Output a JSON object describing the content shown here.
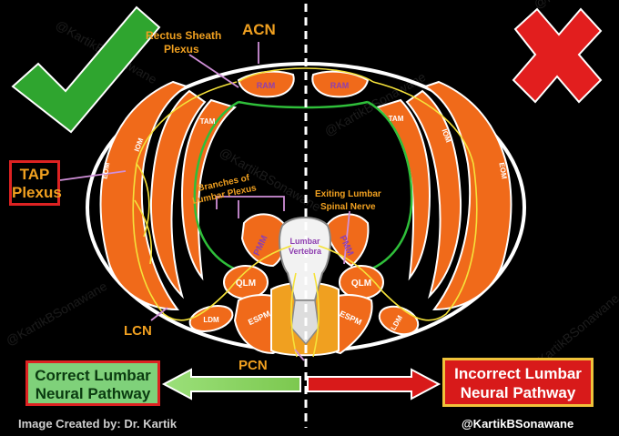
{
  "labels": {
    "acn": "ACN",
    "rectus_sheath_plexus": [
      "Rectus Sheath",
      "Plexus"
    ],
    "tap_plexus": [
      "TAP",
      "Plexus"
    ],
    "branches_lumbar_plexus": [
      "Branches of",
      "Lumbar Plexus"
    ],
    "exiting_lumbar_spinal_nerve": [
      "Exiting Lumbar",
      "Spinal Nerve"
    ],
    "lumbar_vertebra": [
      "Lumbar",
      "Vertebra"
    ],
    "lcn": "LCN",
    "pcn": "PCN"
  },
  "muscles": {
    "ram": "RAM",
    "tam": "TAM",
    "iom": "IOM",
    "eom": "EOM",
    "pmm": "PMM",
    "qlm": "QLM",
    "espm": "ESPM",
    "ldm": "LDM"
  },
  "correct_box": [
    "Correct Lumbar",
    "Neural Pathway"
  ],
  "incorrect_box": [
    "Incorrect Lumbar",
    "Neural Pathway"
  ],
  "credit": "Image Created by: Dr. Kartik",
  "handle": "@KartikBSonawane",
  "watermark": "@KartikBSonawane",
  "colors": {
    "muscle": "#f06a1a",
    "muscle_outline": "#ffffff",
    "nerve": "#f5e23a",
    "peritoneum": "#2fbf3a",
    "fascia": "#ffffff",
    "check": "#2fa52f",
    "cross": "#e21e1e",
    "accent_label": "#f0a020",
    "purple_label": "#8e3fb0"
  },
  "icons": {
    "correct": "check-mark-icon",
    "incorrect": "cross-mark-icon"
  }
}
